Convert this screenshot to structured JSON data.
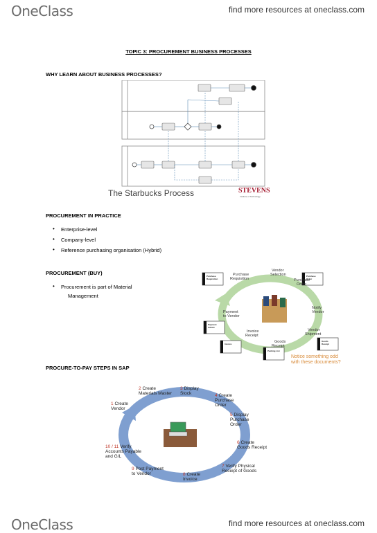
{
  "header": {
    "logo": "OneClass",
    "tagline": "find more resources at oneclass.com"
  },
  "footer": {
    "logo": "OneClass",
    "tagline": "find more resources at oneclass.com"
  },
  "title": "TOPIC 3: PROCUREMENT BUSINESS PROCESSES",
  "sections": {
    "why": "WHY LEARN ABOUT BUSINESS PROCESSES?",
    "practice": "PROCUREMENT IN PRACTICE",
    "buy": "PROCUREMENT (BUY)",
    "p2p": "PROCURE-TO-PAY STEPS IN SAP"
  },
  "practice_items": [
    "Enterprise-level",
    "Company-level",
    "Reference purchasing organisation (Hybrid)"
  ],
  "buy_item": [
    "Procurement is part of Material",
    "Management"
  ],
  "starbucks": {
    "caption": "The Starbucks Process",
    "brand": "STEVENS",
    "brand_sub": "Institute of Technology"
  },
  "cycle": {
    "steps": [
      "Purchase Requisition",
      "Vendor Selection",
      "Purchase Order",
      "Notify Vendor",
      "Vendor Shipment",
      "Goods Receipt",
      "Invoice Receipt",
      "Payment to Vendor"
    ],
    "docs": [
      "Purchase Requisition",
      "Purchase Order",
      "Payment Advice",
      "Invoice",
      "Packing List",
      "Goods Receipt"
    ],
    "note": [
      "Notice something odd",
      "with these documents?"
    ]
  },
  "p2p_steps": [
    {
      "num": "1",
      "text": [
        "Create",
        "Vendor"
      ]
    },
    {
      "num": "2",
      "text": [
        "Create",
        "Materials Master"
      ]
    },
    {
      "num": "3",
      "text": [
        "Display",
        "Stock"
      ]
    },
    {
      "num": "4",
      "text": [
        "Create",
        "Purchase",
        "Order"
      ]
    },
    {
      "num": "5",
      "text": [
        "Display",
        "Purchase",
        "Order"
      ]
    },
    {
      "num": "6",
      "text": [
        "Create",
        "Goods Receipt"
      ]
    },
    {
      "num": "7",
      "text": [
        "Verify Physical",
        "Receipt of Goods"
      ]
    },
    {
      "num": "8",
      "text": [
        "Create",
        "Invoice"
      ]
    },
    {
      "num": "9",
      "text": [
        "Post Payment",
        "to Vendor"
      ]
    },
    {
      "num": "10 / 11",
      "text": [
        "Verify",
        "Accounts Payable",
        "and G/L"
      ]
    }
  ],
  "colors": {
    "cycle_arrow": "#b9d9a7",
    "p2p_arrow": "#7f9fd0",
    "number": "#c0392b",
    "stevens": "#a3192e",
    "note": "#d88b3a"
  }
}
